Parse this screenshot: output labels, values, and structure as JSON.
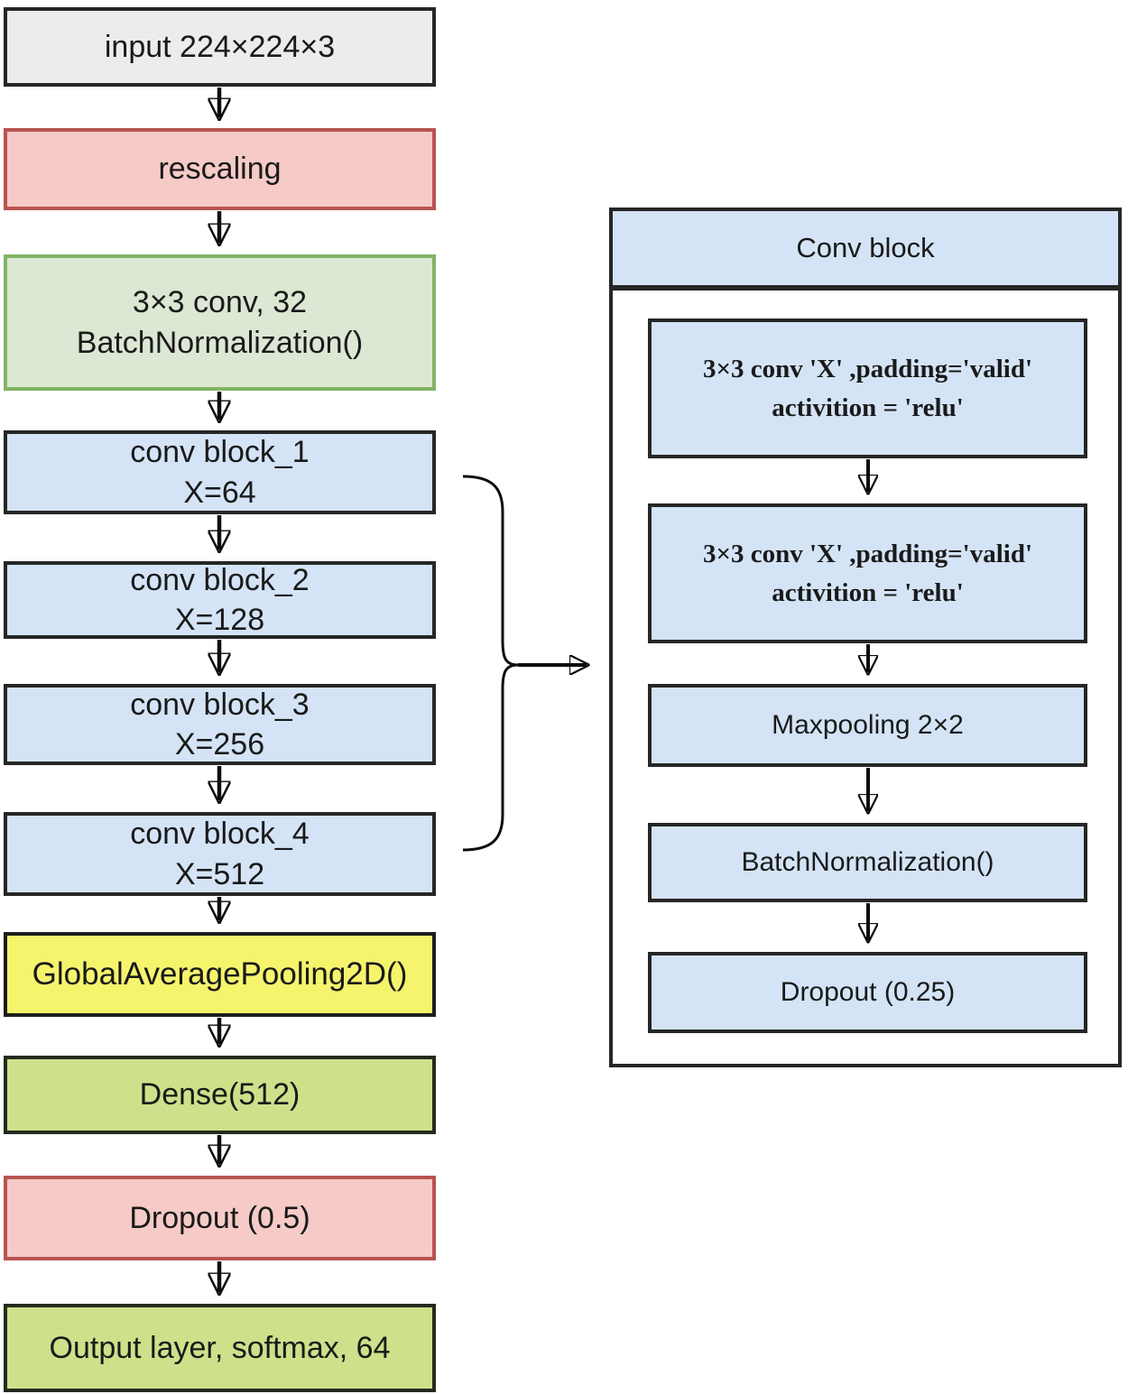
{
  "diagram": {
    "left_column": {
      "boxes": [
        {
          "name": "input",
          "lines": [
            "input 224×224×3"
          ]
        },
        {
          "name": "rescaling",
          "lines": [
            "rescaling"
          ]
        },
        {
          "name": "conv-32",
          "lines": [
            "3×3 conv, 32",
            "BatchNormalization()"
          ]
        },
        {
          "name": "conv-block-1",
          "lines": [
            "conv block_1",
            "X=64"
          ]
        },
        {
          "name": "conv-block-2",
          "lines": [
            "conv block_2",
            "X=128"
          ]
        },
        {
          "name": "conv-block-3",
          "lines": [
            "conv block_3",
            "X=256"
          ]
        },
        {
          "name": "conv-block-4",
          "lines": [
            "conv block_4",
            "X=512"
          ]
        },
        {
          "name": "global-average-pooling",
          "lines": [
            "GlobalAveragePooling2D()"
          ]
        },
        {
          "name": "dense",
          "lines": [
            "Dense(512)"
          ]
        },
        {
          "name": "dropout",
          "lines": [
            "Dropout (0.5)"
          ]
        },
        {
          "name": "output-layer",
          "lines": [
            "Output layer, softmax, 64"
          ]
        }
      ]
    },
    "right_panel": {
      "header": "Conv block",
      "boxes": [
        {
          "name": "conv-x-a",
          "lines": [
            "3×3 conv 'X' ,padding='valid'",
            "activition = 'relu'"
          ]
        },
        {
          "name": "conv-x-b",
          "lines": [
            "3×3 conv 'X' ,padding='valid'",
            "activition = 'relu'"
          ]
        },
        {
          "name": "maxpooling",
          "lines": [
            "Maxpooling 2×2"
          ]
        },
        {
          "name": "batch-normalization",
          "lines": [
            "BatchNormalization()"
          ]
        },
        {
          "name": "dropout-025",
          "lines": [
            "Dropout (0.25)"
          ]
        }
      ]
    },
    "colors": {
      "blue_fill": "#d4e4f6",
      "gray_fill": "#ececec",
      "pink_fill": "#f6cbc7",
      "pink_border": "#b85450",
      "green_fill": "#dbe8d3",
      "green_border": "#82b366",
      "yellow_fill": "#f6f46d",
      "lime_fill": "#cde18b",
      "dark_border": "#262626",
      "arrow": "#0d0d0d"
    }
  }
}
